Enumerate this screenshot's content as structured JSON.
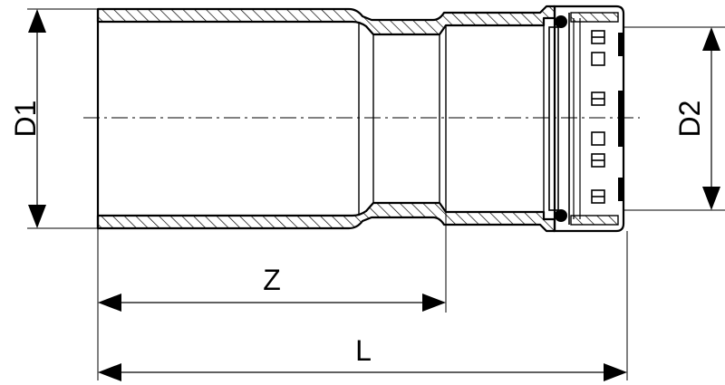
{
  "labels": {
    "d1": "D1",
    "d2": "D2",
    "z": "Z",
    "l": "L"
  },
  "colors": {
    "line": "#000000",
    "background": "#ffffff"
  }
}
